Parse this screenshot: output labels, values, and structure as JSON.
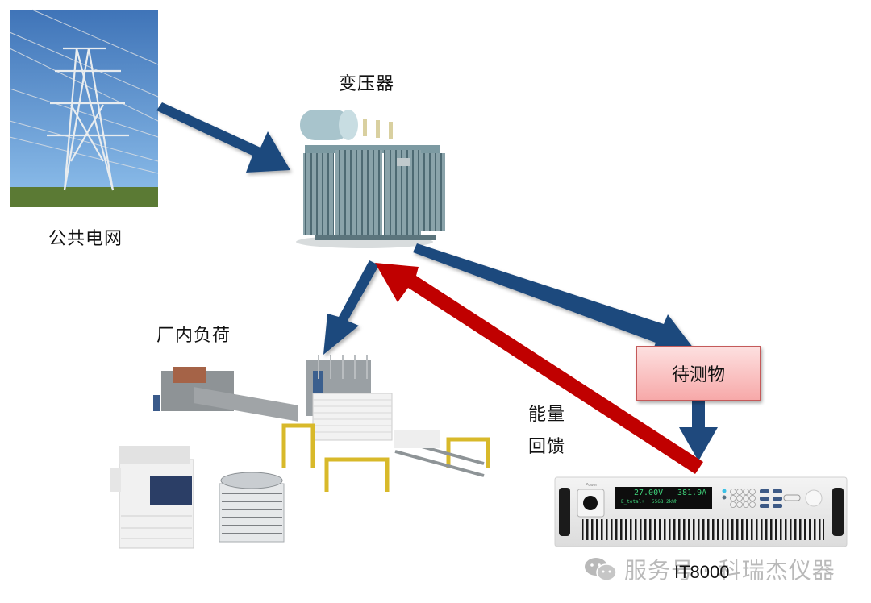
{
  "nodes": {
    "grid": {
      "label": "公共电网",
      "icon": "transmission-tower"
    },
    "transformer": {
      "label": "变压器",
      "icon": "transformer"
    },
    "plant_load": {
      "label": "厂内负荷",
      "icon": "factory-line"
    },
    "dut": {
      "label": "待测物"
    },
    "instrument": {
      "model": "IT8000",
      "display_voltage": "27.00V",
      "display_current": "381.9A",
      "display_line2_left": "E_total+",
      "display_line2_mid": "5568.2kWh",
      "power_label": "Power"
    }
  },
  "energy_feedback": {
    "label_line1": "能量",
    "label_line2": "回馈"
  },
  "watermark": {
    "text": "服务号 · 科瑞杰仪器",
    "icon": "wechat-icon"
  },
  "colors": {
    "supply_arrow": "#1f497d",
    "feedback_arrow": "#c00000",
    "dut_fill": "#f7a9a9",
    "dut_border": "#c45a5a"
  },
  "edges": [
    {
      "from": "grid",
      "to": "transformer",
      "type": "supply"
    },
    {
      "from": "transformer",
      "to": "plant_load",
      "type": "supply"
    },
    {
      "from": "transformer",
      "to": "dut",
      "type": "supply"
    },
    {
      "from": "dut",
      "to": "instrument",
      "type": "supply"
    },
    {
      "from": "instrument",
      "to": "transformer",
      "type": "feedback"
    }
  ]
}
